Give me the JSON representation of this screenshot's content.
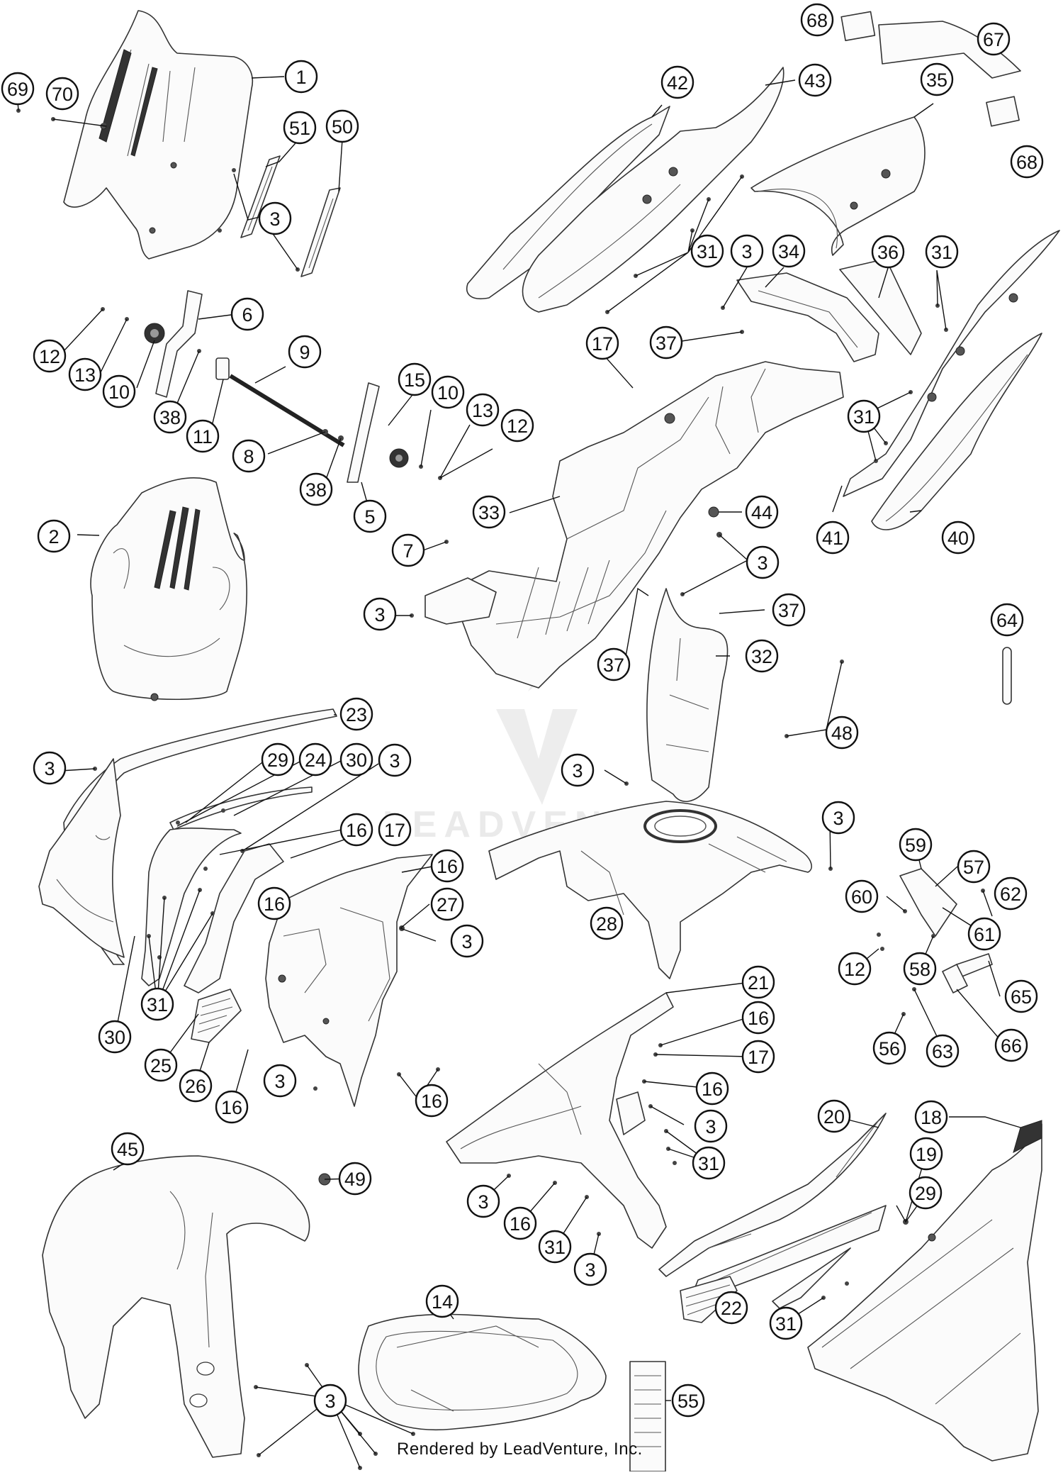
{
  "diagram": {
    "watermark_text": "LEADVENTURE",
    "footer_text": "Rendered by LeadVenture, Inc.",
    "callouts": [
      {
        "id": "c-69",
        "label": "69"
      },
      {
        "id": "c-70",
        "label": "70"
      },
      {
        "id": "c-1",
        "label": "1"
      },
      {
        "id": "c-51",
        "label": "51"
      },
      {
        "id": "c-50",
        "label": "50"
      },
      {
        "id": "c-3a",
        "label": "3"
      },
      {
        "id": "c-6",
        "label": "6"
      },
      {
        "id": "c-12a",
        "label": "12"
      },
      {
        "id": "c-13a",
        "label": "13"
      },
      {
        "id": "c-10a",
        "label": "10"
      },
      {
        "id": "c-9",
        "label": "9"
      },
      {
        "id": "c-38a",
        "label": "38"
      },
      {
        "id": "c-11",
        "label": "11"
      },
      {
        "id": "c-8",
        "label": "8"
      },
      {
        "id": "c-15",
        "label": "15"
      },
      {
        "id": "c-10b",
        "label": "10"
      },
      {
        "id": "c-13b",
        "label": "13"
      },
      {
        "id": "c-12b",
        "label": "12"
      },
      {
        "id": "c-38b",
        "label": "38"
      },
      {
        "id": "c-5",
        "label": "5"
      },
      {
        "id": "c-2",
        "label": "2"
      },
      {
        "id": "c-68a",
        "label": "68"
      },
      {
        "id": "c-67",
        "label": "67"
      },
      {
        "id": "c-68b",
        "label": "68"
      },
      {
        "id": "c-42",
        "label": "42"
      },
      {
        "id": "c-43",
        "label": "43"
      },
      {
        "id": "c-35",
        "label": "35"
      },
      {
        "id": "c-31a",
        "label": "31"
      },
      {
        "id": "c-3b",
        "label": "3"
      },
      {
        "id": "c-34",
        "label": "34"
      },
      {
        "id": "c-36",
        "label": "36"
      },
      {
        "id": "c-31b",
        "label": "31"
      },
      {
        "id": "c-17a",
        "label": "17"
      },
      {
        "id": "c-37a",
        "label": "37"
      },
      {
        "id": "c-31c",
        "label": "31"
      },
      {
        "id": "c-33",
        "label": "33"
      },
      {
        "id": "c-44",
        "label": "44"
      },
      {
        "id": "c-41",
        "label": "41"
      },
      {
        "id": "c-40",
        "label": "40"
      },
      {
        "id": "c-7",
        "label": "7"
      },
      {
        "id": "c-3c",
        "label": "3"
      },
      {
        "id": "c-3d",
        "label": "3"
      },
      {
        "id": "c-37b",
        "label": "37"
      },
      {
        "id": "c-32",
        "label": "32"
      },
      {
        "id": "c-37c",
        "label": "37"
      },
      {
        "id": "c-64",
        "label": "64"
      },
      {
        "id": "c-48",
        "label": "48"
      },
      {
        "id": "c-23",
        "label": "23"
      },
      {
        "id": "c-3e",
        "label": "3"
      },
      {
        "id": "c-29a",
        "label": "29"
      },
      {
        "id": "c-24",
        "label": "24"
      },
      {
        "id": "c-30a",
        "label": "30"
      },
      {
        "id": "c-3f",
        "label": "3"
      },
      {
        "id": "c-3g",
        "label": "3"
      },
      {
        "id": "c-16a",
        "label": "16"
      },
      {
        "id": "c-17b",
        "label": "17"
      },
      {
        "id": "c-16b",
        "label": "16"
      },
      {
        "id": "c-3h",
        "label": "3"
      },
      {
        "id": "c-16c",
        "label": "16"
      },
      {
        "id": "c-27",
        "label": "27"
      },
      {
        "id": "c-28",
        "label": "28"
      },
      {
        "id": "c-3i",
        "label": "3"
      },
      {
        "id": "c-31d",
        "label": "31"
      },
      {
        "id": "c-30b",
        "label": "30"
      },
      {
        "id": "c-25",
        "label": "25"
      },
      {
        "id": "c-26",
        "label": "26"
      },
      {
        "id": "c-16d",
        "label": "16"
      },
      {
        "id": "c-3j",
        "label": "3"
      },
      {
        "id": "c-16e",
        "label": "16"
      },
      {
        "id": "c-59",
        "label": "59"
      },
      {
        "id": "c-57",
        "label": "57"
      },
      {
        "id": "c-60",
        "label": "60"
      },
      {
        "id": "c-62",
        "label": "62"
      },
      {
        "id": "c-61",
        "label": "61"
      },
      {
        "id": "c-12c",
        "label": "12"
      },
      {
        "id": "c-58",
        "label": "58"
      },
      {
        "id": "c-65",
        "label": "65"
      },
      {
        "id": "c-56",
        "label": "56"
      },
      {
        "id": "c-63",
        "label": "63"
      },
      {
        "id": "c-66",
        "label": "66"
      },
      {
        "id": "c-21",
        "label": "21"
      },
      {
        "id": "c-16f",
        "label": "16"
      },
      {
        "id": "c-17c",
        "label": "17"
      },
      {
        "id": "c-16g",
        "label": "16"
      },
      {
        "id": "c-3k",
        "label": "3"
      },
      {
        "id": "c-31e",
        "label": "31"
      },
      {
        "id": "c-20",
        "label": "20"
      },
      {
        "id": "c-18",
        "label": "18"
      },
      {
        "id": "c-19",
        "label": "19"
      },
      {
        "id": "c-29b",
        "label": "29"
      },
      {
        "id": "c-45",
        "label": "45"
      },
      {
        "id": "c-49",
        "label": "49"
      },
      {
        "id": "c-3l",
        "label": "3"
      },
      {
        "id": "c-16h",
        "label": "16"
      },
      {
        "id": "c-31f",
        "label": "31"
      },
      {
        "id": "c-3m",
        "label": "3"
      },
      {
        "id": "c-14",
        "label": "14"
      },
      {
        "id": "c-22",
        "label": "22"
      },
      {
        "id": "c-31g",
        "label": "31"
      },
      {
        "id": "c-3n",
        "label": "3"
      },
      {
        "id": "c-55",
        "label": "55"
      }
    ]
  }
}
